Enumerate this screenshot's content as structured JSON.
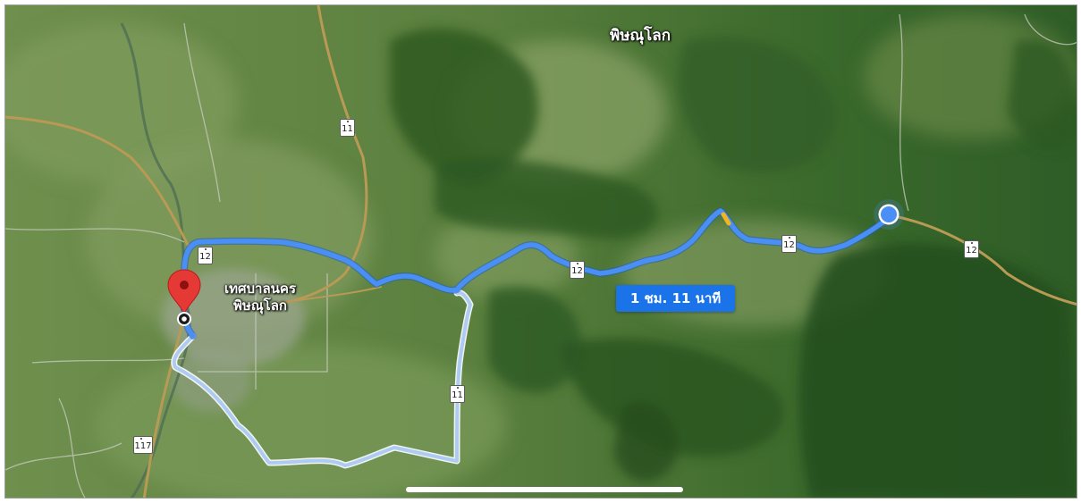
{
  "map": {
    "region_label": "พิษณุโลก",
    "city_label": "เทศบาลนคร\nพิษณุโลก",
    "route_time": "1 ชม. 11 นาที",
    "highway_shields": [
      {
        "label": "11"
      },
      {
        "label": "12"
      },
      {
        "label": "12"
      },
      {
        "label": "12"
      },
      {
        "label": "12"
      },
      {
        "label": "11"
      },
      {
        "label": "117"
      }
    ],
    "colors": {
      "route_primary": "#4a8ff5",
      "route_alternate": "#aecbf3",
      "callout": "#1a73e8",
      "pin": "#e53935",
      "origin_dot": "#4a8ff5"
    },
    "icons": {
      "destination": "red-map-pin-icon",
      "origin": "blue-location-dot-icon"
    }
  }
}
